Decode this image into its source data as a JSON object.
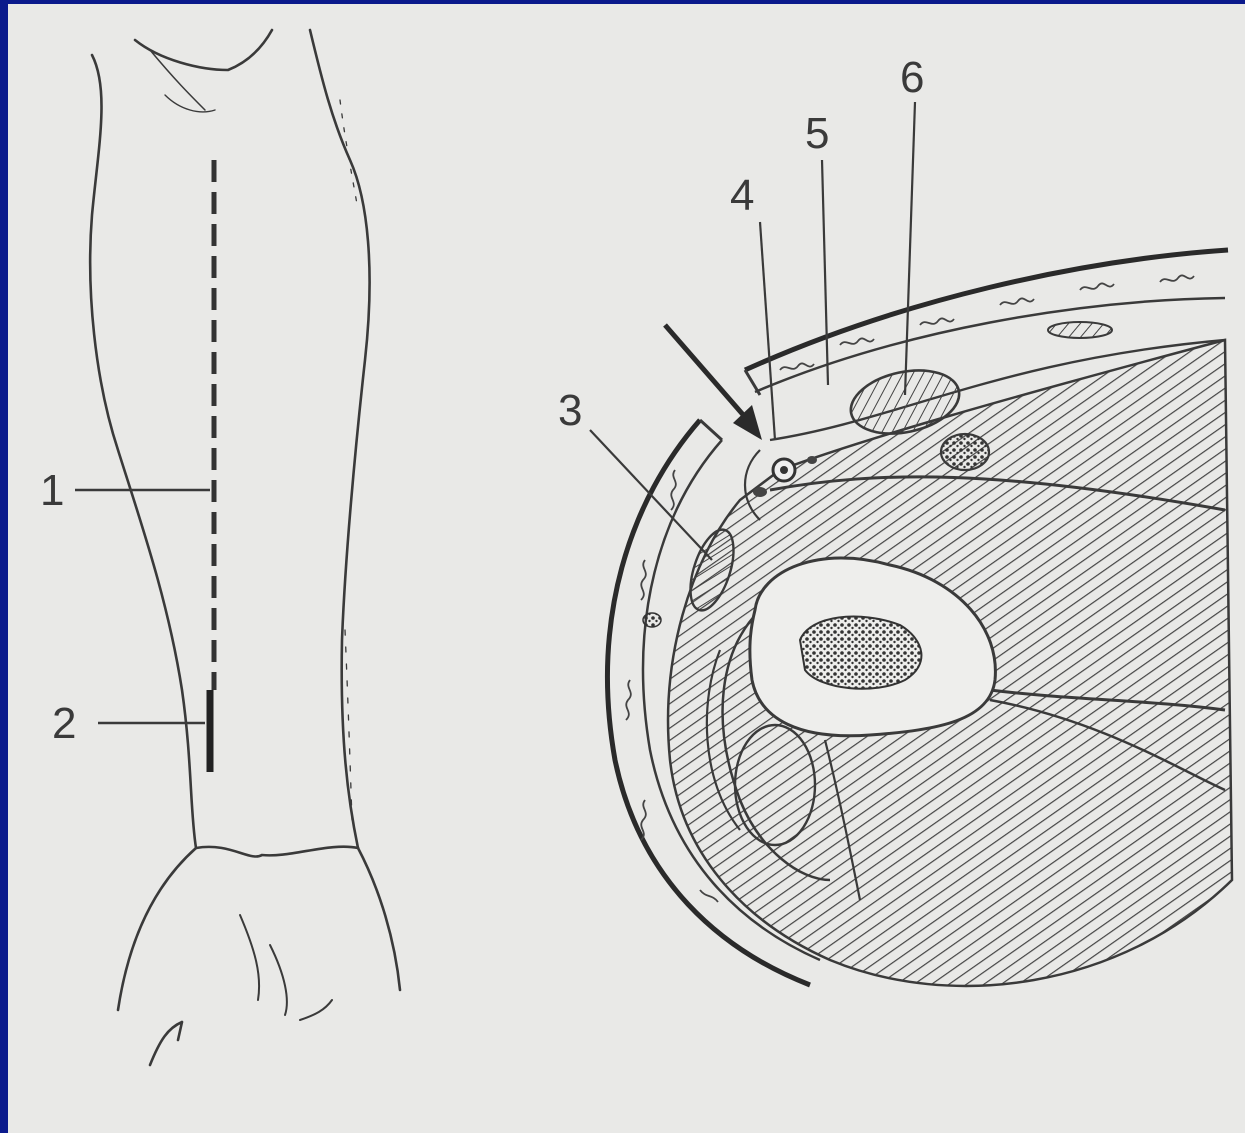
{
  "labels": {
    "l1": "1",
    "l2": "2",
    "l3": "3",
    "l4": "4",
    "l5": "5",
    "l6": "6"
  },
  "colors": {
    "background_border": "#0b1a8c",
    "paper": "#e9e9e7",
    "ink": "#3a3a3a"
  }
}
